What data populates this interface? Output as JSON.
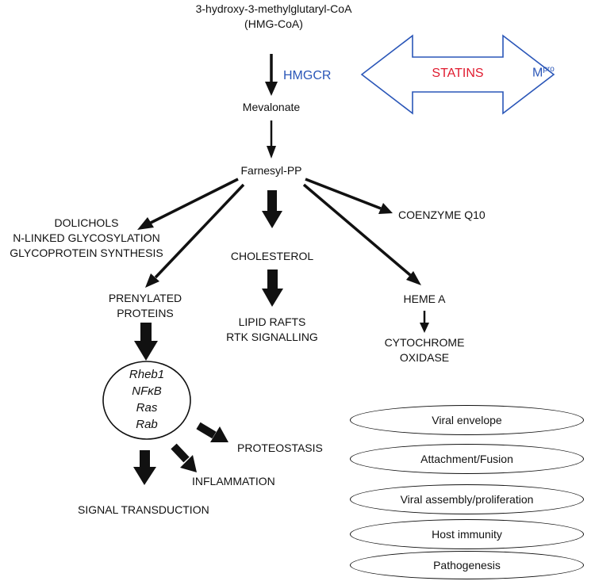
{
  "pathway": {
    "substrate_line1": "3-hydroxy-3-methylglutaryl-CoA",
    "substrate_line2": "(HMG-CoA)",
    "enzyme": "HMGCR",
    "mevalonate": "Mevalonate",
    "farnesyl": "Farnesyl-PP",
    "dolichols": [
      "DOLICHOLS",
      "N-LINKED GLYCOSYLATION",
      "GLYCOPROTEIN SYNTHESIS"
    ],
    "cholesterol": "CHOLESTEROL",
    "coenzyme": "COENZYME Q10",
    "prenylated": [
      "PRENYLATED",
      "PROTEINS"
    ],
    "lipid": [
      "LIPID RAFTS",
      "RTK SIGNALLING"
    ],
    "heme": "HEME A",
    "cytochrome": [
      "CYTOCHROME",
      "OXIDASE"
    ],
    "proteins": [
      "Rheb1",
      "NFκB",
      "Ras",
      "Rab"
    ],
    "proteostasis": "PROTEOSTASIS",
    "inflammation": "INFLAMMATION",
    "signal": "SIGNAL TRANSDUCTION"
  },
  "statins": {
    "label": "STATINS",
    "mpro_base": "M",
    "mpro_sup": "pro"
  },
  "viral_effects": [
    "Viral envelope",
    "Attachment/Fusion",
    "Viral assembly/proliferation",
    "Host immunity",
    "Pathogenesis"
  ],
  "colors": {
    "text": "#111111",
    "blue": "#2a56b8",
    "red": "#e01b2f"
  }
}
